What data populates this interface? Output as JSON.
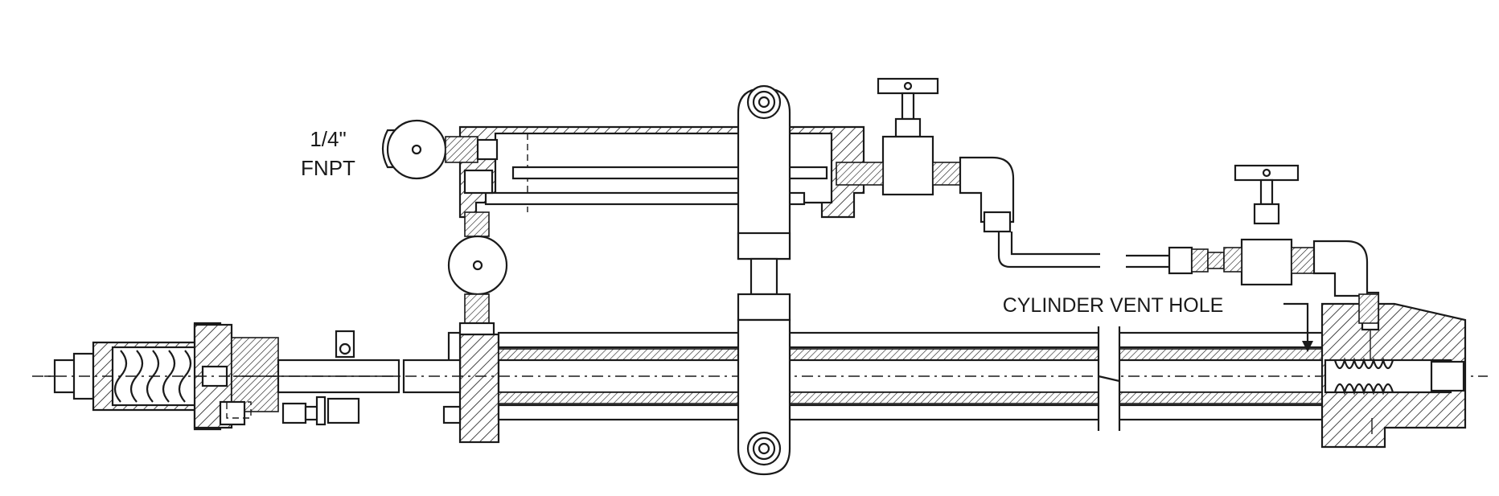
{
  "labels": {
    "fitting_size_line1": "1/4\"",
    "fitting_size_line2": "FNPT",
    "vent_hole": "CYLINDER VENT HOLE"
  },
  "colors": {
    "ink": "#1a1a1a",
    "background": "#ffffff"
  }
}
